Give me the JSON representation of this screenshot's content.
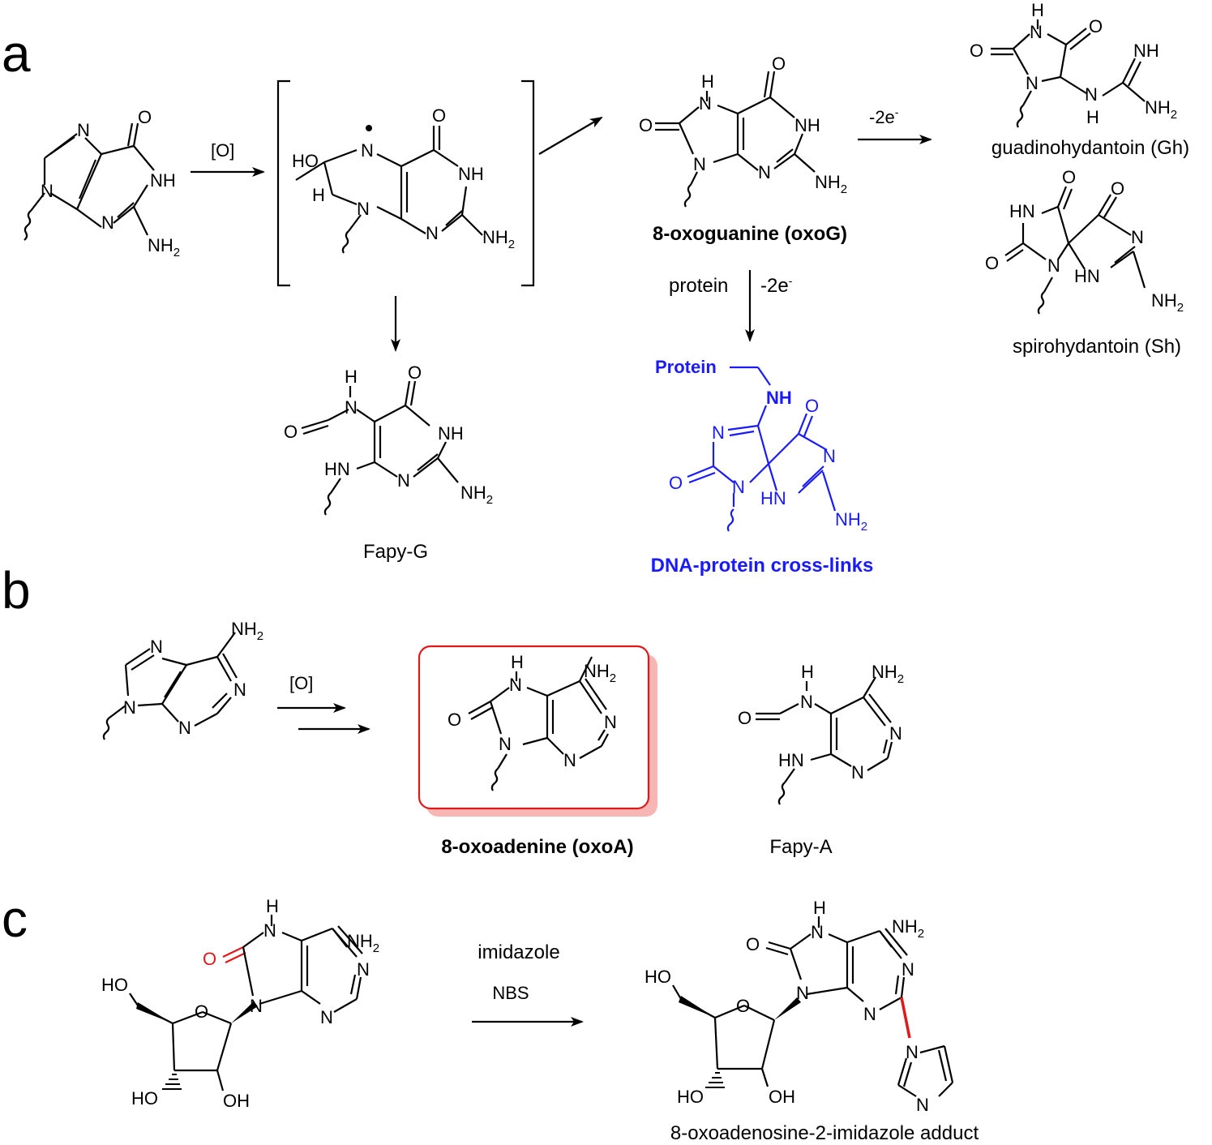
{
  "panel_letters": {
    "a": "a",
    "b": "b",
    "c": "c"
  },
  "colors": {
    "ink": "#000000",
    "crosslink": "#1a1aff",
    "highlight": "#e0191b",
    "box_shadow": "#f7b6b3"
  },
  "reagents": {
    "oxidation": "[O]",
    "two_electron": "-2e",
    "electron_charge": "-",
    "protein": "protein",
    "imidazole": "imidazole",
    "nbs": "NBS"
  },
  "atoms": {
    "N": "N",
    "NH": "NH",
    "HN": "HN",
    "H": "H",
    "O": "O",
    "HO": "HO",
    "OH": "OH",
    "NH2": "NH",
    "HN_ring": "HN",
    "sub2": "2",
    "Protein": "Protein"
  },
  "names": {
    "oxoG": "8-oxoguanine (oxoG)",
    "Gh": "guadinohydantoin (Gh)",
    "Sh": "spirohydantoin (Sh)",
    "FapyG": "Fapy-G",
    "dpc": "DNA-protein cross-links",
    "oxoA": "8-oxoadenine (oxoA)",
    "FapyA": "Fapy-A",
    "adduct": "8-oxoadenosine-2-imidazole adduct"
  }
}
